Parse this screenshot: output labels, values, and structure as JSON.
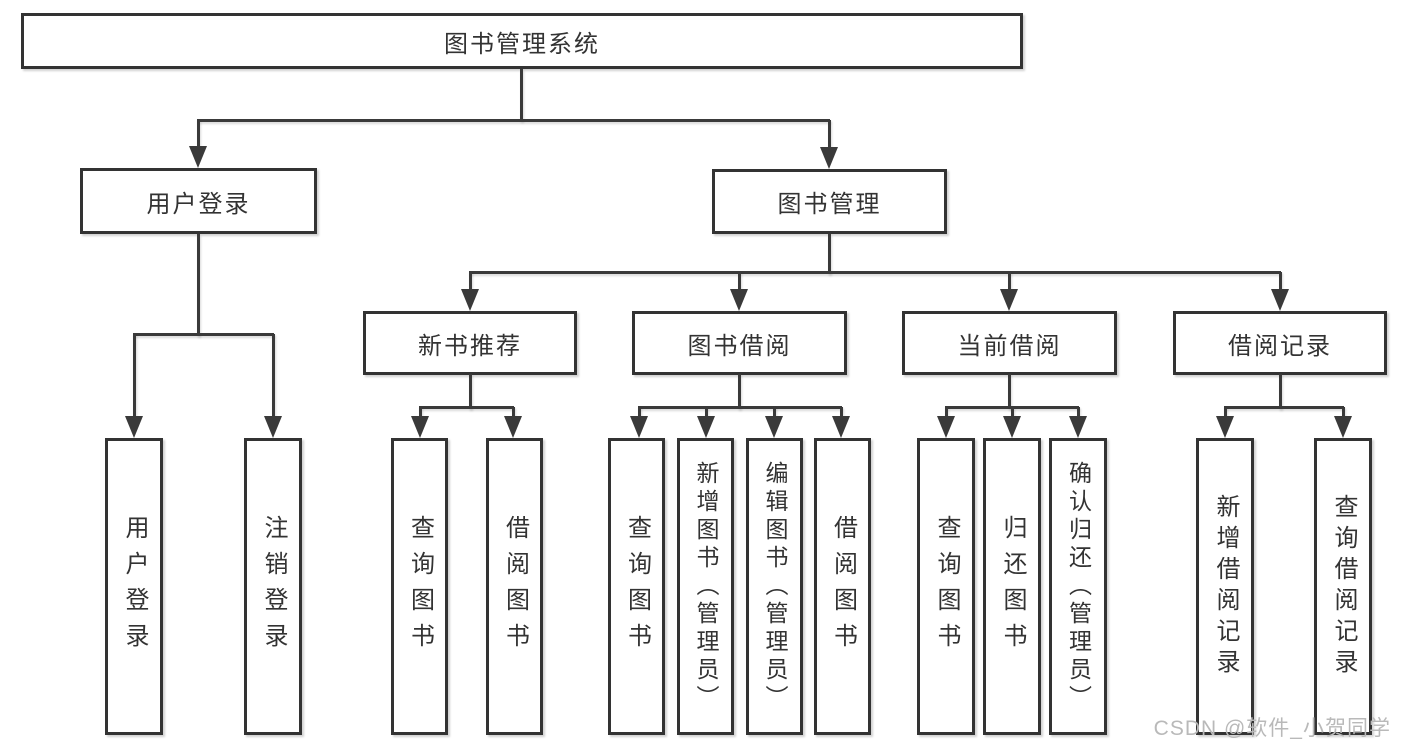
{
  "diagram": {
    "root": {
      "label": "图书管理系统"
    },
    "level2": [
      {
        "label": "用户登录"
      },
      {
        "label": "图书管理"
      }
    ],
    "level3": [
      {
        "label": "新书推荐"
      },
      {
        "label": "图书借阅"
      },
      {
        "label": "当前借阅"
      },
      {
        "label": "借阅记录"
      }
    ],
    "leaves": [
      {
        "label": "用户登录"
      },
      {
        "label": "注销登录"
      },
      {
        "label": "查询图书"
      },
      {
        "label": "借阅图书"
      },
      {
        "label": "查询图书"
      },
      {
        "label": "新增图书（管理员）"
      },
      {
        "label": "编辑图书（管理员）"
      },
      {
        "label": "借阅图书"
      },
      {
        "label": "查询图书"
      },
      {
        "label": "归还图书"
      },
      {
        "label": "确认归还（管理员）"
      },
      {
        "label": "新增借阅记录"
      },
      {
        "label": "查询借阅记录"
      }
    ],
    "watermark": "CSDN @软件_小贺同学",
    "colors": {
      "line": "#3a3a3a",
      "border": "#333333",
      "text": "#333333",
      "watermark": "#b9b9b9",
      "background": "#ffffff"
    }
  }
}
